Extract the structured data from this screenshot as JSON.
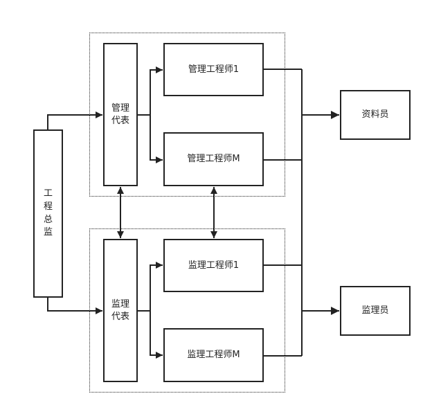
{
  "nodes": {
    "chief": {
      "chars": [
        "工",
        "程",
        "总",
        "监"
      ]
    },
    "mgmt_rep": {
      "lines": [
        "管理",
        "代表"
      ]
    },
    "mgmt_eng_1": {
      "label": "管理工程师1"
    },
    "mgmt_eng_m": {
      "label": "管理工程师M"
    },
    "sup_rep": {
      "lines": [
        "监理",
        "代表"
      ]
    },
    "sup_eng_1": {
      "label": "监理工程师1"
    },
    "sup_eng_m": {
      "label": "监理工程师M"
    },
    "archivist": {
      "label": "资料员"
    },
    "supervisor": {
      "label": "监理员"
    }
  },
  "colors": {
    "line": "#222222",
    "background": "#ffffff"
  }
}
